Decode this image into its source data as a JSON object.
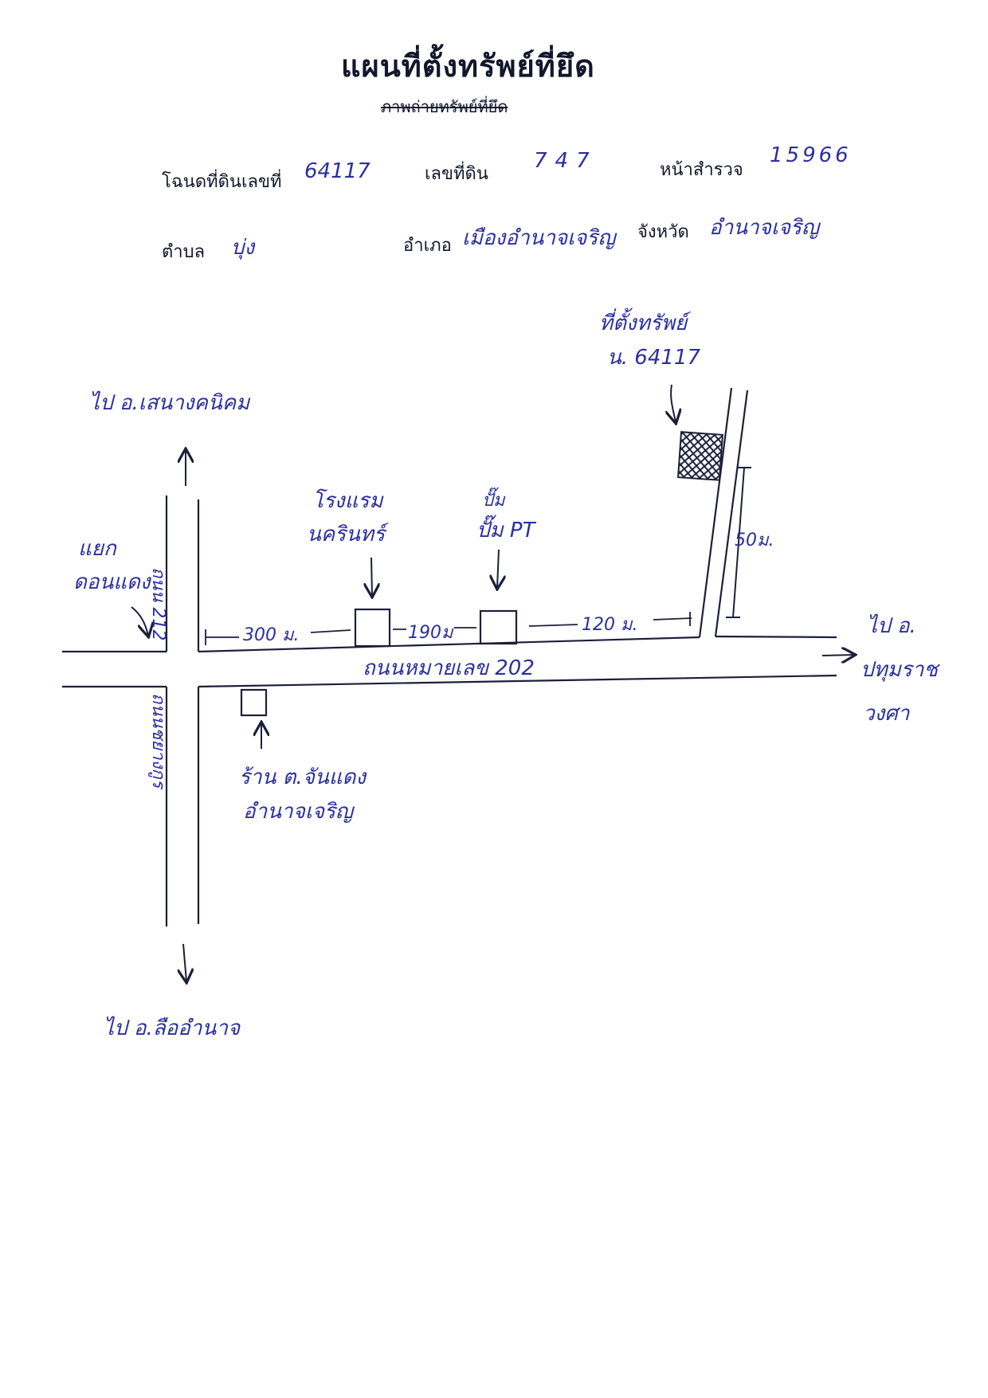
{
  "header": {
    "title": "แผนที่ตั้งทรัพย์ที่ยึด",
    "subtitle_struck": "ภาพถ่ายทรัพย์ที่ยึด"
  },
  "fields": {
    "deed_label": "โฉนดที่ดินเลขที่",
    "deed_value": "64117",
    "land_no_label": "เลขที่ดิน",
    "land_no_value": "747",
    "survey_label": "หน้าสำรวจ",
    "survey_value": "15966",
    "tambon_label": "ตำบล",
    "tambon_value": "บุ่ง",
    "amphoe_label": "อำเภอ",
    "amphoe_value": "เมืองอำนาจเจริญ",
    "province_label": "จังหวัด",
    "province_value": "อำนาจเจริญ"
  },
  "map": {
    "property_label_line1": "ที่ตั้งทรัพย์",
    "property_label_line2": "น. 64117",
    "to_north": "ไป อ.เสนางคนิคม",
    "junction_line1": "แยก",
    "junction_line2": "ดอนแดง",
    "vertical_road_upper": "ถนน 212",
    "vertical_road_lower": "ถนนชยางกูร",
    "hotel_line1": "โรงแรม",
    "hotel_line2": "นครินทร์",
    "pump_line1": "ปั๊ม",
    "pump_line2": "ปั๊ม PT",
    "dist_300": "300 ม.",
    "dist_190": "190ม",
    "dist_120": "120 ม.",
    "dist_50": "50ม.",
    "main_road": "ถนนหมายเลข 202",
    "to_east_line1": "ไป อ.",
    "to_east_line2": "ปทุมราช",
    "to_east_line3": "วงศา",
    "shop_line1": "ร้าน ต.จันแดง",
    "shop_line2": "อำนาจเจริญ",
    "to_south": "ไป อ.ลืออำนาจ"
  },
  "colors": {
    "ink": "#2a2fa0",
    "print": "#12172b",
    "line": "#1c1f3a"
  }
}
